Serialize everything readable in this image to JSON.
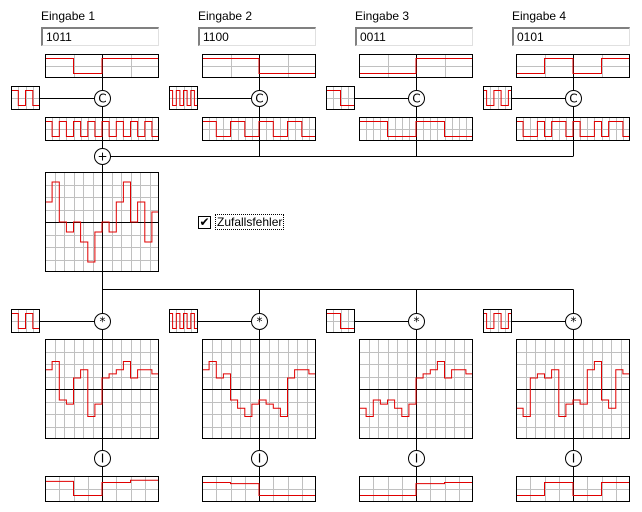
{
  "inputs": [
    {
      "label": "Eingabe 1",
      "value": "1011"
    },
    {
      "label": "Eingabe 2",
      "value": "1100"
    },
    {
      "label": "Eingabe 3",
      "value": "0011"
    },
    {
      "label": "Eingabe 4",
      "value": "0101"
    }
  ],
  "operators": {
    "spread": "C",
    "sum": "+",
    "multiply": "*",
    "integrate": "I"
  },
  "noise_checkbox": {
    "label": "Zufallsfehler",
    "checked": true
  },
  "colors": {
    "signal": "#e00000",
    "grid": "#c0c0c0",
    "frame": "#000000",
    "wire": "#000000"
  },
  "chart_data": {
    "type": "line",
    "code_sequences": [
      [
        1,
        1,
        0,
        0,
        1,
        1,
        0,
        0
      ],
      [
        1,
        0,
        1,
        0,
        1,
        0,
        1,
        0
      ],
      [
        1,
        1,
        1,
        1,
        0,
        0,
        0,
        0
      ],
      [
        1,
        0,
        0,
        1,
        1,
        0,
        0,
        1
      ]
    ],
    "spread_sequences_per_bit": [
      [
        1,
        0,
        1,
        0,
        1,
        0,
        1,
        0,
        1,
        0,
        1,
        0,
        1,
        0,
        1,
        0
      ],
      [
        1,
        1,
        0,
        0,
        1,
        1,
        0,
        0,
        1,
        1,
        0,
        0,
        1,
        1,
        0,
        0
      ],
      [
        1,
        1,
        1,
        1,
        0,
        0,
        0,
        0,
        1,
        1,
        1,
        1,
        0,
        0,
        0,
        0
      ],
      [
        1,
        0,
        0,
        1,
        0,
        1,
        1,
        0,
        1,
        0,
        0,
        1,
        0,
        1,
        1,
        0
      ]
    ],
    "sum_signal": [
      2,
      4,
      0,
      -1,
      0,
      -2,
      -4,
      -1,
      0,
      -1,
      2,
      4,
      0,
      2,
      -2,
      1
    ],
    "despread_outputs": [
      [
        1,
        1,
        -1,
        -1,
        1,
        1,
        -1,
        -1,
        1,
        1,
        1,
        1,
        1,
        1,
        1,
        1
      ],
      [
        1,
        1,
        1,
        1,
        -1,
        -1,
        -1,
        -1,
        -1,
        -1,
        -1,
        -1,
        1,
        1,
        1,
        1
      ],
      [
        -1,
        -1,
        -1,
        -1,
        -1,
        -1,
        -1,
        -1,
        1,
        1,
        1,
        1,
        1,
        1,
        1,
        1
      ],
      [
        -1,
        -1,
        1,
        1,
        1,
        1,
        -1,
        -1,
        -1,
        -1,
        1,
        1,
        -1,
        -1,
        1,
        1
      ]
    ],
    "integrated_levels": [
      [
        0.7,
        -0.6,
        0.6,
        0.8
      ],
      [
        0.6,
        0.5,
        -0.6,
        -0.6
      ],
      [
        -0.6,
        -0.6,
        0.5,
        0.6
      ],
      [
        -0.6,
        0.6,
        -0.6,
        0.6
      ]
    ]
  }
}
